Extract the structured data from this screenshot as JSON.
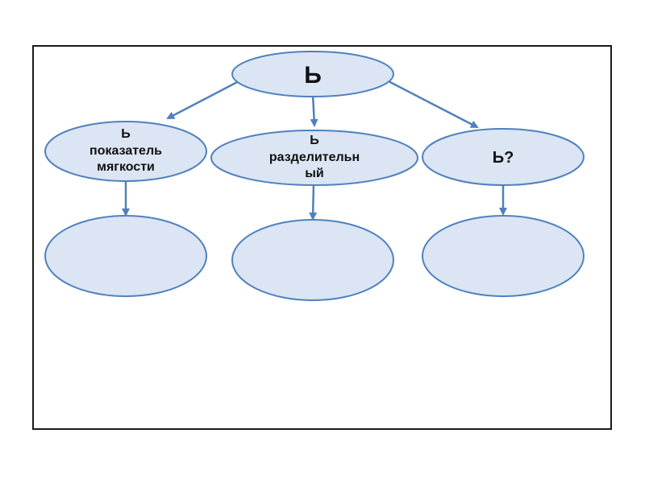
{
  "diagram": {
    "root": {
      "label": "Ь"
    },
    "branches": [
      {
        "label": "Ь показатель мягкости",
        "lines": [
          "Ь",
          "показатель",
          "мягкости"
        ],
        "answer": ""
      },
      {
        "label": "Ь разделительный",
        "lines": [
          "Ь",
          "разделительн",
          "ый"
        ],
        "answer": ""
      },
      {
        "label": "Ь?",
        "lines": [
          "Ь?"
        ],
        "answer": ""
      }
    ]
  },
  "colors": {
    "node_fill": "#dbe5f3",
    "node_stroke": "#4f81bd",
    "arrow": "#4f81bd",
    "frame": "#1a1a1a"
  }
}
